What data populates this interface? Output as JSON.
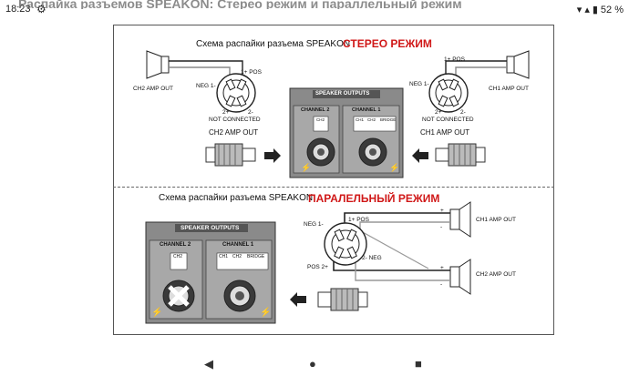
{
  "status_bar": {
    "time": "18:23",
    "battery": "52 %",
    "settings_icon": "gear-icon"
  },
  "top_cut_heading": "Распайка разъемов SPEAKON: Стерео режим и параллельный режим",
  "stereo": {
    "title": "Схема распайки разъема SPEAKON",
    "mode": "СТЕРЕО РЕЖИМ",
    "left": {
      "amp_label": "CH2 AMP OUT",
      "pos": "1+ POS",
      "neg": "NEG 1-",
      "two_plus": "2+",
      "two_minus": "2-",
      "nc": "NOT CONNECTED",
      "out_label": "CH2 AMP OUT"
    },
    "right": {
      "amp_label": "CH1 AMP OUT",
      "pos": "1+ POS",
      "neg": "NEG 1-",
      "two_plus": "2+",
      "two_minus": "2-",
      "nc": "NOT CONNECTED",
      "out_label": "CH1 AMP OUT"
    },
    "panel": {
      "header": "SPEAKER OUTPUTS",
      "ch2": "CHANNEL 2",
      "ch1": "CHANNEL 1",
      "sub_ch2": "CH2",
      "sub_ch1": "CH1",
      "sub_ch1b": "CH2",
      "sub_bridge": "BRIDGE"
    }
  },
  "parallel": {
    "title": "Схема распайки разъема SPEAKON",
    "mode": "ПАРАЛЕЛЬНЫЙ РЕЖИМ",
    "neg": "NEG 1-",
    "pos1": "1+ POS",
    "neg2": "2- NEG",
    "pos2": "POS 2+",
    "ch1_amp": "CH1 AMP OUT",
    "ch2_amp": "CH2 AMP OUT",
    "plus": "+",
    "minus": "-",
    "panel": {
      "header": "SPEAKER OUTPUTS",
      "ch2": "CHANNEL 2",
      "ch1": "CHANNEL 1",
      "sub_ch2": "CH2",
      "sub_ch1": "CH1",
      "sub_ch1b": "CH2",
      "sub_bridge": "BRIDGE"
    }
  },
  "nav": {
    "back": "◀",
    "home": "●",
    "recents": "■"
  }
}
